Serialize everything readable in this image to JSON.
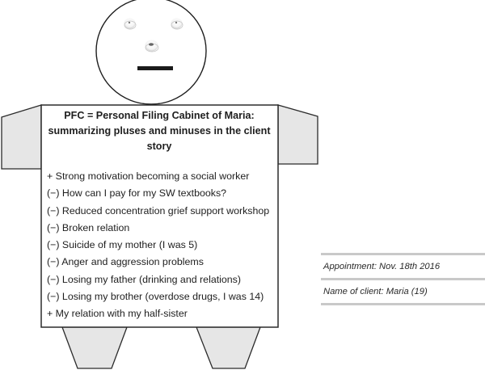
{
  "figure": {
    "title_lines": [
      "PFC = Personal Filing Cabinet of Maria:",
      "summarizing pluses and minuses in the client",
      "story"
    ],
    "items": [
      {
        "sign": "+",
        "text": "+ Strong motivation becoming a social worker"
      },
      {
        "sign": "-",
        "text": "(−) How can I pay for my SW textbooks?"
      },
      {
        "sign": "-",
        "text": "(−) Reduced concentration grief support workshop"
      },
      {
        "sign": "-",
        "text": "(−) Broken relation"
      },
      {
        "sign": "-",
        "text": "(−) Suicide of my mother (I was 5)"
      },
      {
        "sign": "-",
        "text": "(−) Anger and aggression problems"
      },
      {
        "sign": "-",
        "text": "(−) Losing my father (drinking and relations)"
      },
      {
        "sign": "-",
        "text": "(−) Losing my brother (overdose drugs, I was 14)"
      },
      {
        "sign": "+",
        "text": "+ My relation with my half-sister"
      }
    ]
  },
  "info": {
    "appointment": "Appointment: Nov. 18th 2016",
    "client_name": "Name of client: Maria (19)"
  },
  "colors": {
    "outline": "#2b2b2b",
    "limb_fill": "#e6e6e6",
    "face_fill": "#ffffff",
    "mouth": "#1a1a1a",
    "info_bar": "#c9c9c9"
  }
}
